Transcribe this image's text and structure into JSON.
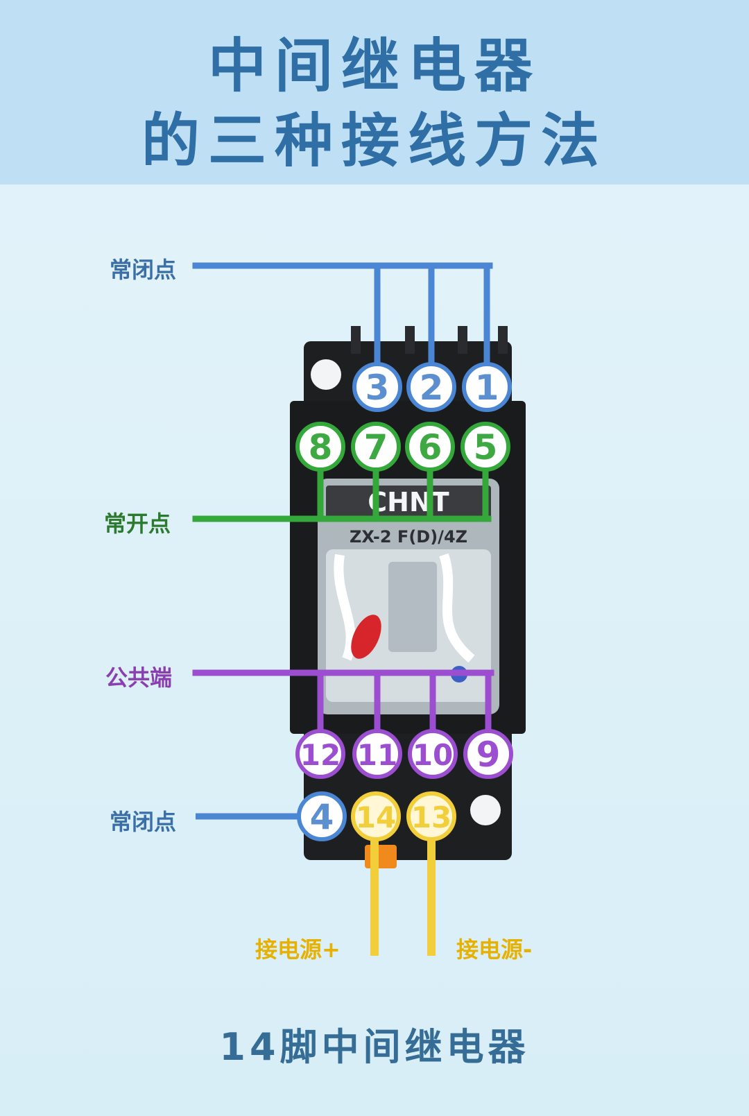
{
  "header": {
    "title_line1": "中间继电器",
    "title_line2": "的三种接线方法"
  },
  "labels": {
    "nc_top": "常闭点",
    "no": "常开点",
    "common": "公共端",
    "nc_bottom": "常闭点",
    "power_plus": "接电源+",
    "power_minus": "接电源-"
  },
  "relay": {
    "brand": "CHNT",
    "model": "ZX-2 F(D)/4Z"
  },
  "pins": {
    "p1": "1",
    "p2": "2",
    "p3": "3",
    "p4": "4",
    "p5": "5",
    "p6": "6",
    "p7": "7",
    "p8": "8",
    "p9": "9",
    "p10": "10",
    "p11": "11",
    "p12": "12",
    "p13": "13",
    "p14": "14"
  },
  "caption": "14脚中间继电器",
  "colors": {
    "header_bg": "#bfe0f4",
    "title": "#2f6fa6",
    "normally_closed": "#4a86d4",
    "normally_open": "#34a83a",
    "common": "#9b4fd0",
    "power": "#f2cf3a"
  }
}
